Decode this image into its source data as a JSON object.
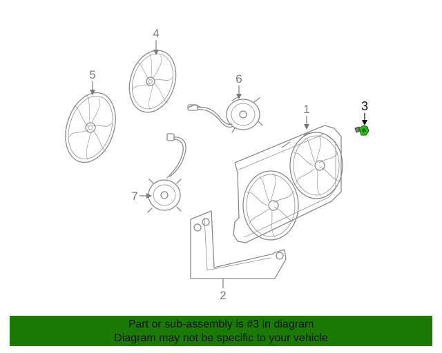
{
  "callouts": {
    "one": "1",
    "two": "2",
    "three": "3",
    "four": "4",
    "five": "5",
    "six": "6",
    "seven": "7"
  },
  "caption": {
    "line1": "Part or sub-assembly is #3 in diagram",
    "line2": "Diagram may not be specific to your vehicle",
    "background": "#1b7a06"
  },
  "colors": {
    "linework": "#8a8a8a",
    "highlight_part": "#2fb81a"
  }
}
